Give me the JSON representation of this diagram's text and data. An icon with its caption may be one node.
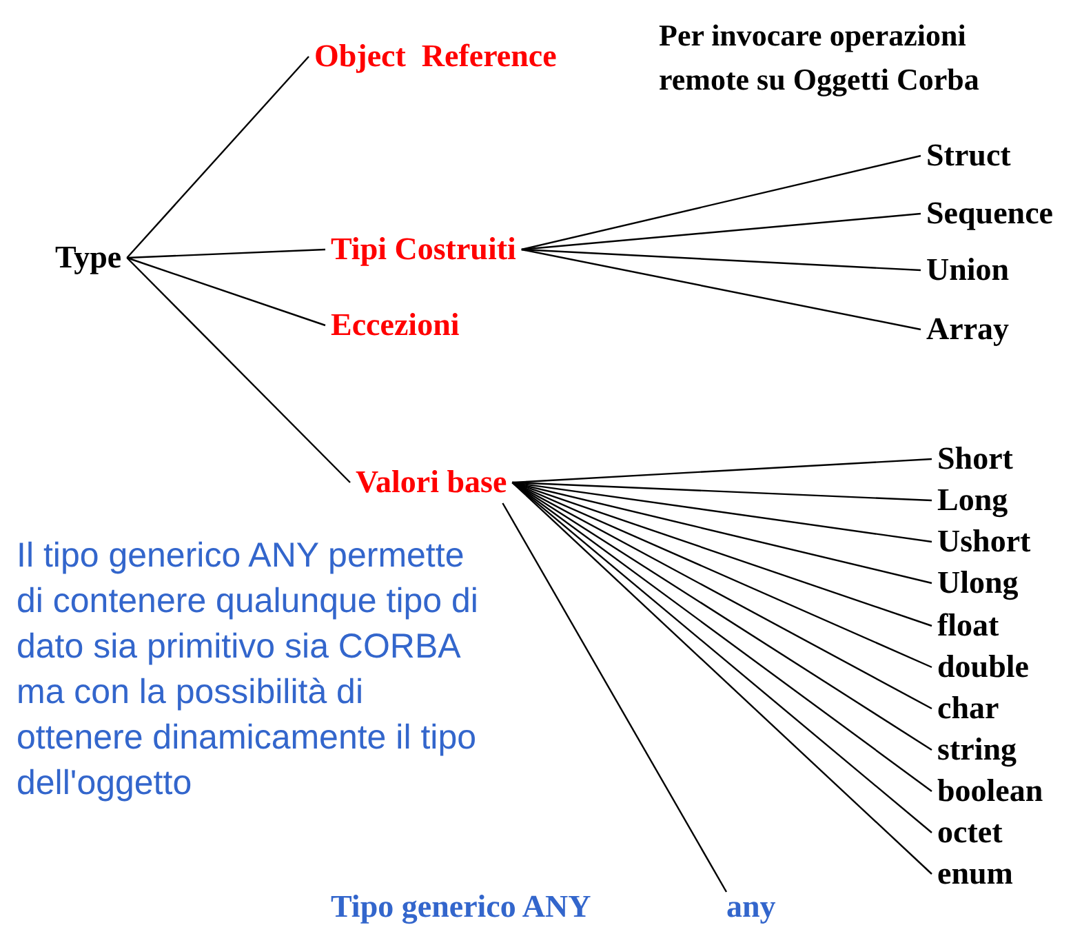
{
  "diagram": {
    "nodes": [
      {
        "text": [
          "Type"
        ]
      },
      {
        "text": [
          "Object  Reference"
        ]
      },
      {
        "text": [
          "Tipi Costruiti"
        ]
      },
      {
        "text": [
          "Eccezioni"
        ]
      },
      {
        "text": [
          "Valori base"
        ]
      },
      {
        "text": [
          "Struct"
        ]
      },
      {
        "text": [
          "Sequence"
        ]
      },
      {
        "text": [
          "Union"
        ]
      },
      {
        "text": [
          "Array"
        ]
      },
      {
        "text": [
          "Short"
        ]
      },
      {
        "text": [
          "Long"
        ]
      },
      {
        "text": [
          "Ushort"
        ]
      },
      {
        "text": [
          "Ulong"
        ]
      },
      {
        "text": [
          "float"
        ]
      },
      {
        "text": [
          "double"
        ]
      },
      {
        "text": [
          "char"
        ]
      },
      {
        "text": [
          "string"
        ]
      },
      {
        "text": [
          "boolean"
        ]
      },
      {
        "text": [
          "octet"
        ]
      },
      {
        "text": [
          "enum"
        ]
      },
      {
        "text": [
          "any"
        ]
      }
    ],
    "edges": [
      {
        "from": 0,
        "to": 1,
        "arrow": "none"
      },
      {
        "from": 0,
        "to": 2,
        "arrow": "none"
      },
      {
        "from": 0,
        "to": 3,
        "arrow": "none"
      },
      {
        "from": 0,
        "to": 4,
        "arrow": "none"
      },
      {
        "from": 2,
        "to": 5,
        "arrow": "none"
      },
      {
        "from": 2,
        "to": 6,
        "arrow": "none"
      },
      {
        "from": 2,
        "to": 7,
        "arrow": "none"
      },
      {
        "from": 2,
        "to": 8,
        "arrow": "none"
      },
      {
        "from": 4,
        "to": 9,
        "arrow": "none"
      },
      {
        "from": 4,
        "to": 10,
        "arrow": "none"
      },
      {
        "from": 4,
        "to": 11,
        "arrow": "none"
      },
      {
        "from": 4,
        "to": 12,
        "arrow": "none"
      },
      {
        "from": 4,
        "to": 13,
        "arrow": "none"
      },
      {
        "from": 4,
        "to": 14,
        "arrow": "none"
      },
      {
        "from": 4,
        "to": 15,
        "arrow": "none"
      },
      {
        "from": 4,
        "to": 16,
        "arrow": "none"
      },
      {
        "from": 4,
        "to": 17,
        "arrow": "none"
      },
      {
        "from": 4,
        "to": 18,
        "arrow": "none"
      },
      {
        "from": 4,
        "to": 19,
        "arrow": "none"
      },
      {
        "from": 4,
        "to": 20,
        "arrow": "none"
      }
    ],
    "labels": [
      "Per invocare operazioni remote su Oggetti Corba",
      "Il tipo generico ANY permette di contenere qualunque tipo di dato sia primitivo sia CORBA ma con la possibilità di ottenere dinamicamente il tipo dell'oggetto",
      "Tipo generico ANY"
    ]
  }
}
